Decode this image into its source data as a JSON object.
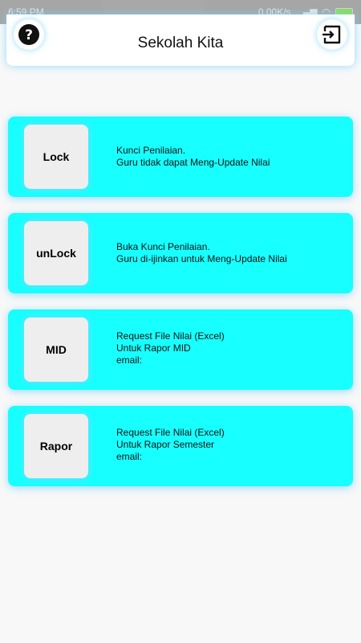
{
  "status_bar": {
    "time": "6:59 PM",
    "speed": "0,00K/s"
  },
  "header": {
    "title": "Sekolah Kita"
  },
  "cards": [
    {
      "button_label": "Lock",
      "lines": [
        "Kunci Penilaian.",
        "Guru tidak dapat Meng-Update Nilai"
      ]
    },
    {
      "button_label": "unLock",
      "lines": [
        "Buka Kunci Penilaian.",
        "Guru di-ijinkan untuk Meng-Update Nilai"
      ]
    },
    {
      "button_label": "MID",
      "lines": [
        "Request File Nilai (Excel)",
        "Untuk Rapor MID",
        "email:"
      ]
    },
    {
      "button_label": "Rapor",
      "lines": [
        "Request File Nilai (Excel)",
        "Untuk Rapor Semester",
        "email:"
      ]
    }
  ],
  "colors": {
    "card_bg": "#17ffff",
    "button_bg": "#eeeeee",
    "page_bg": "#f8f8f8"
  }
}
